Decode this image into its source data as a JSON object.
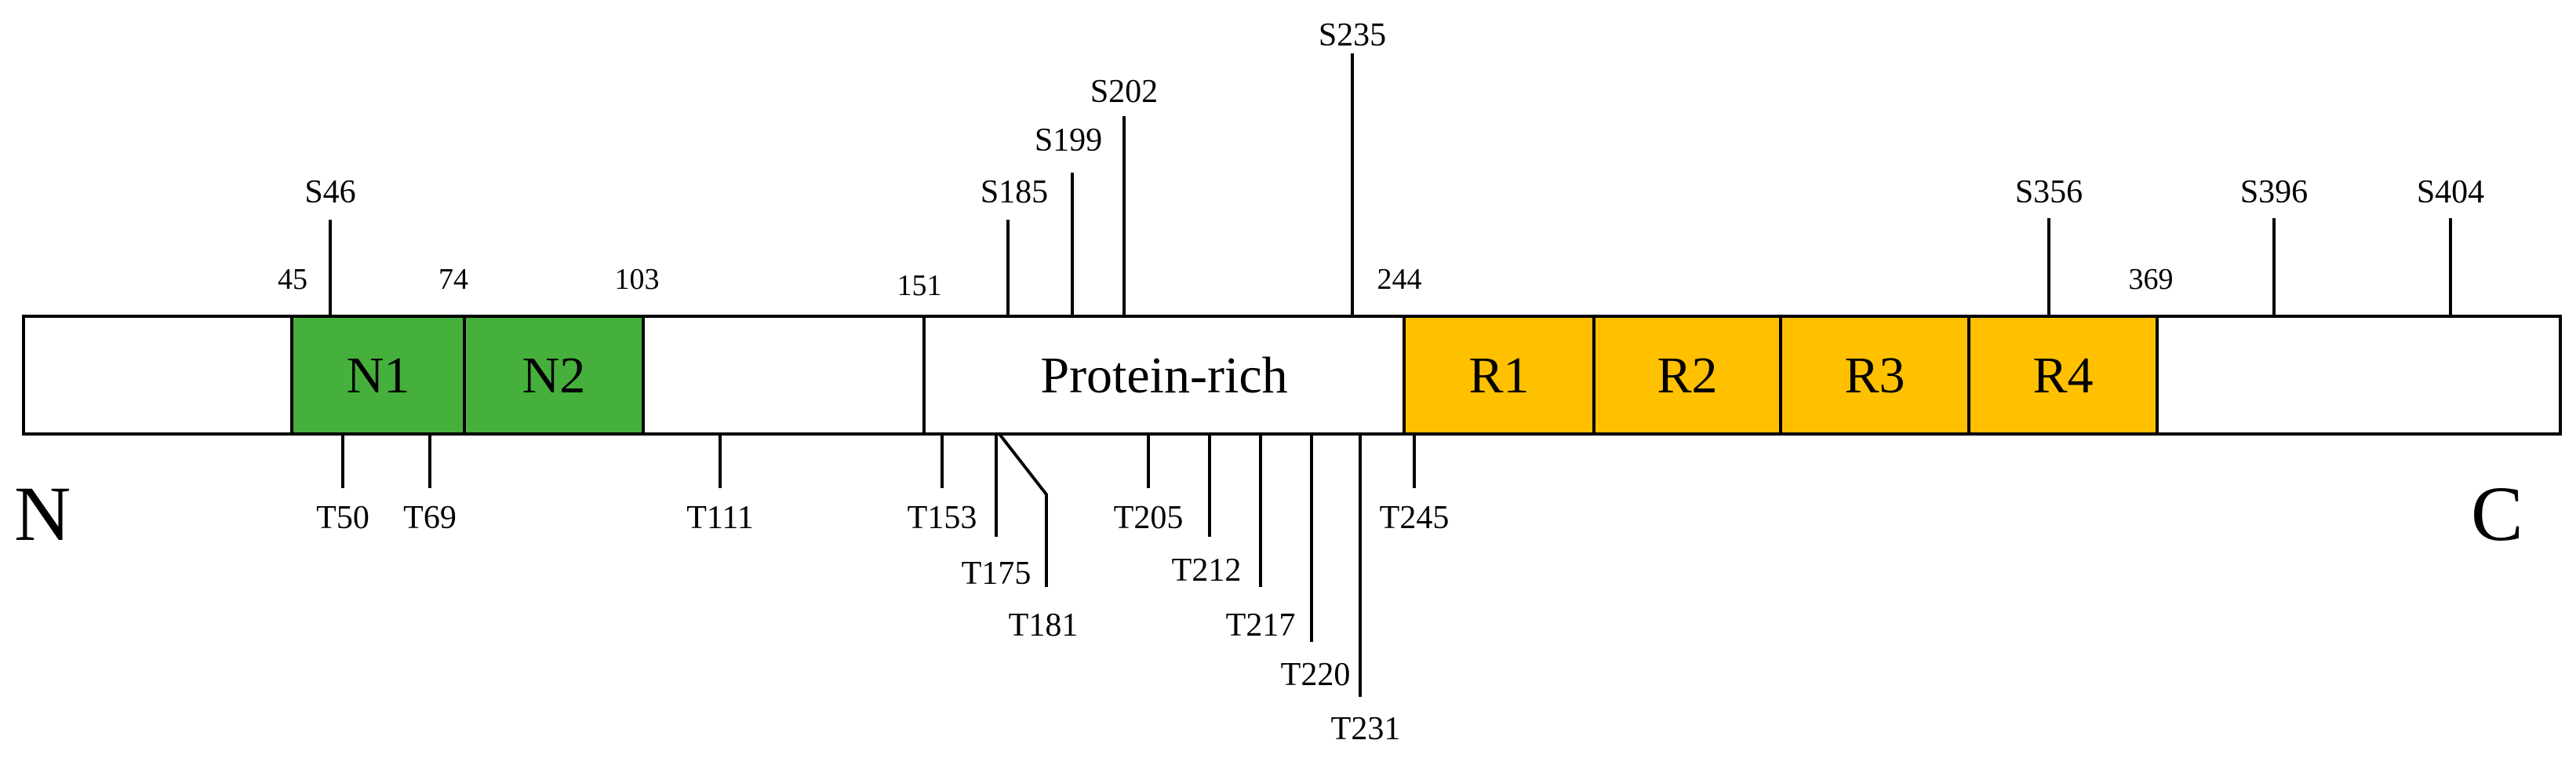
{
  "terminals": {
    "n": "N",
    "c": "C"
  },
  "colors": {
    "n_domain": "#45b03c",
    "repeat_domain": "#ffc000",
    "line": "#000000"
  },
  "domains": [
    {
      "id": "n1",
      "label": "N1",
      "kind": "n_domain"
    },
    {
      "id": "n2",
      "label": "N2",
      "kind": "n_domain"
    },
    {
      "id": "protein-rich",
      "label": "Protein-rich",
      "kind": "region"
    },
    {
      "id": "r1",
      "label": "R1",
      "kind": "repeat_domain"
    },
    {
      "id": "r2",
      "label": "R2",
      "kind": "repeat_domain"
    },
    {
      "id": "r3",
      "label": "R3",
      "kind": "repeat_domain"
    },
    {
      "id": "r4",
      "label": "R4",
      "kind": "repeat_domain"
    }
  ],
  "boundaries": [
    {
      "id": "45",
      "label": "45"
    },
    {
      "id": "74",
      "label": "74"
    },
    {
      "id": "103",
      "label": "103"
    },
    {
      "id": "151",
      "label": "151"
    },
    {
      "id": "244",
      "label": "244"
    },
    {
      "id": "369",
      "label": "369"
    }
  ],
  "serine_sites": [
    "S46",
    "S185",
    "S199",
    "S202",
    "S235",
    "S356",
    "S396",
    "S404"
  ],
  "threonine_sites": [
    "T50",
    "T69",
    "T111",
    "T153",
    "T175",
    "T181",
    "T205",
    "T212",
    "T217",
    "T220",
    "T231",
    "T245"
  ]
}
